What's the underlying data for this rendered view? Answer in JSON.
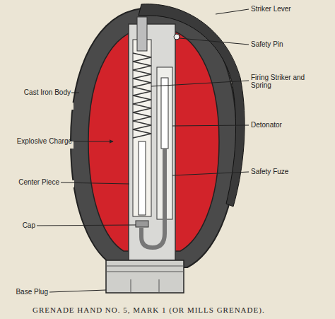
{
  "diagram": {
    "caption": "GRENADE HAND NO. 5, MARK 1 (OR MILLS GRENADE).",
    "labels": [
      "Striker Lever",
      "Safety Pin",
      "Cast Iron Body",
      "Firing Striker and Spring",
      "Explosive Charge",
      "Detonator",
      "Center Piece",
      "Safety Fuze",
      "Cap",
      "Base Plug"
    ]
  }
}
